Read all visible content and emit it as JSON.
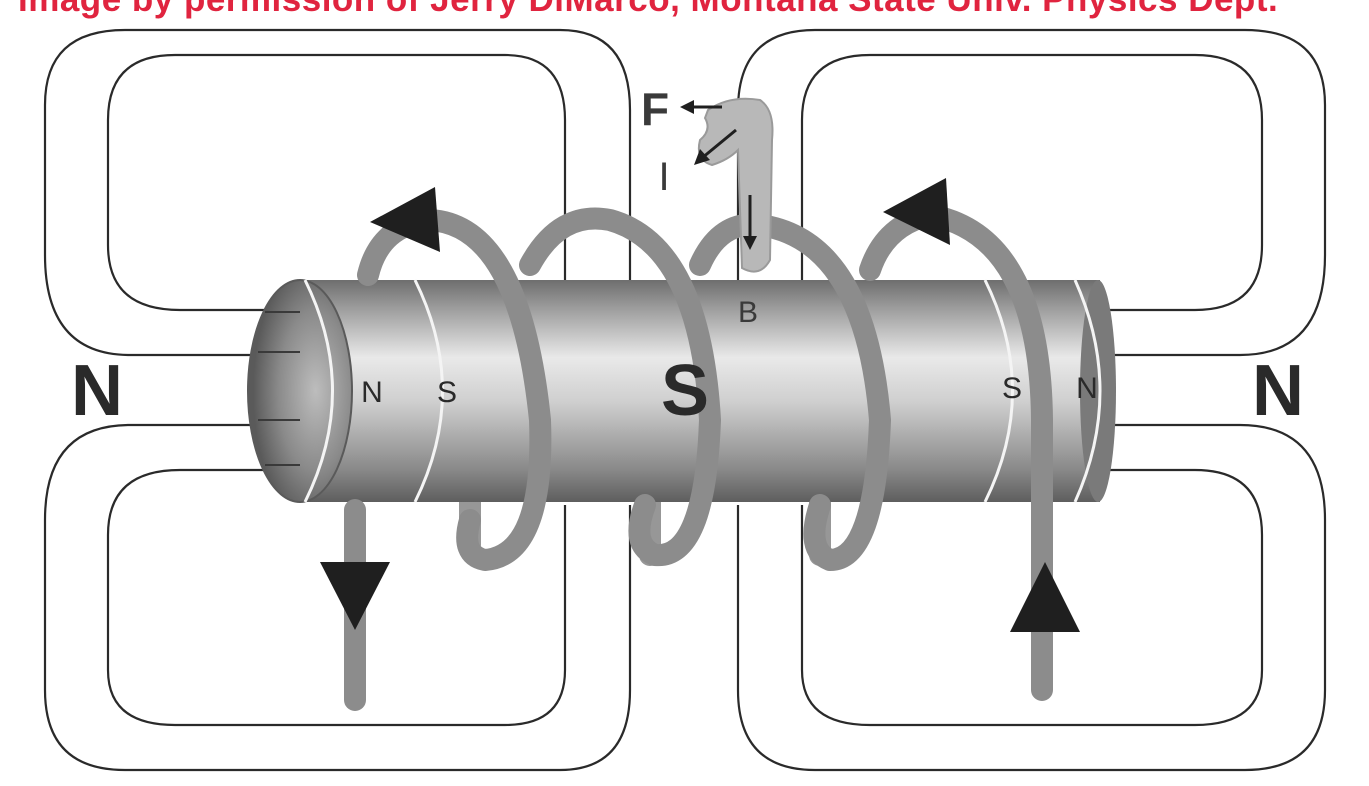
{
  "credit": "Image by permission of Jerry DiMarco, Montana State Univ. Physics Dept.",
  "labels": {
    "north_left": "N",
    "north_right": "N",
    "south_center": "S",
    "ring_left_n": "N",
    "ring_left_s": "S",
    "ring_right_s": "S",
    "ring_right_n": "N",
    "force": "F",
    "current": "I",
    "field": "B"
  },
  "colors": {
    "credit_text": "#e0243f",
    "field_lines": "#2a2a2a",
    "coil": "#8c8c8c",
    "magnet_light": "#e8e8e8",
    "magnet_dark": "#6f6f6f",
    "arrowhead": "#1f1f1f"
  }
}
